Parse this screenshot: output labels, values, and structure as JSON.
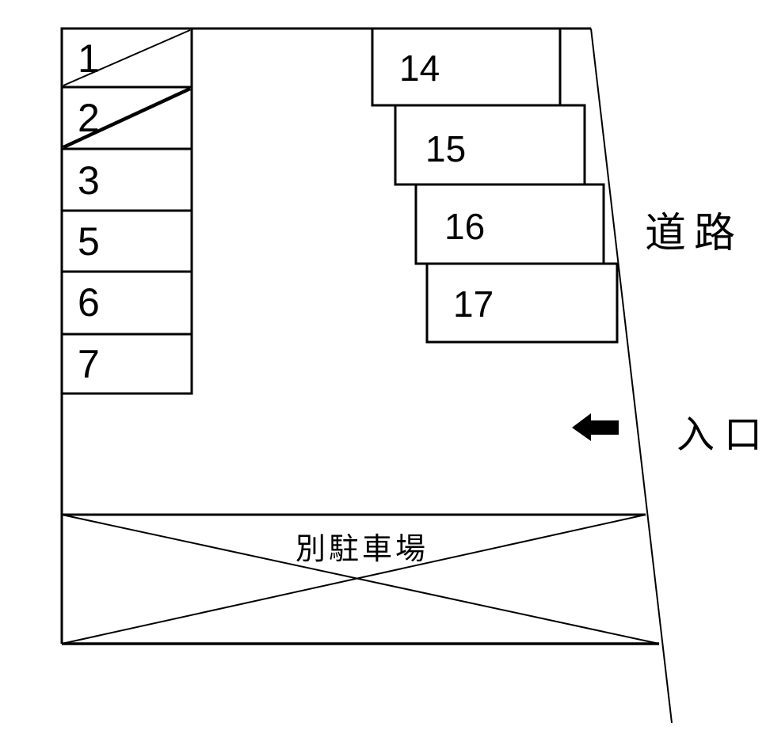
{
  "diagram": {
    "labels": {
      "road": "道路",
      "entrance": "入口",
      "annex_parking": "別駐車場"
    },
    "spaces": {
      "left_column": [
        {
          "label": "1",
          "crossed_out": true
        },
        {
          "label": "2",
          "crossed_out": true
        },
        {
          "label": "3",
          "crossed_out": false
        },
        {
          "label": "5",
          "crossed_out": false
        },
        {
          "label": "6",
          "crossed_out": false
        },
        {
          "label": "7",
          "crossed_out": false
        }
      ],
      "right_column": [
        {
          "label": "14",
          "crossed_out": false
        },
        {
          "label": "15",
          "crossed_out": false
        },
        {
          "label": "16",
          "crossed_out": false
        },
        {
          "label": "17",
          "crossed_out": false
        }
      ]
    },
    "icons": {
      "entrance_arrow": "left-arrow"
    },
    "colors": {
      "line": "#000000",
      "background": "#ffffff"
    }
  }
}
